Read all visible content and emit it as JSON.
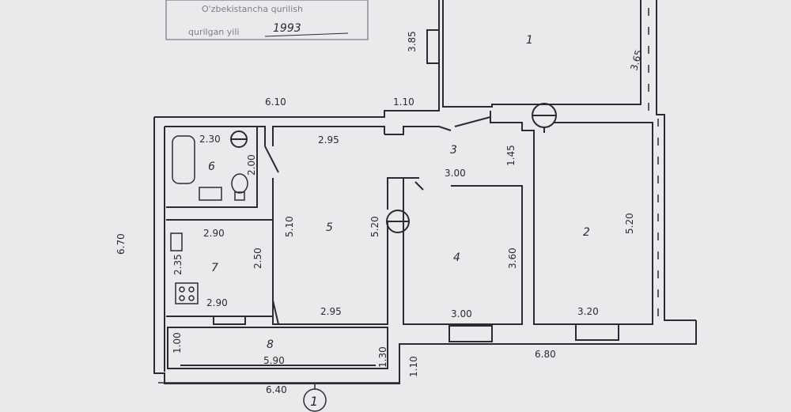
{
  "stamp": {
    "line1": "O'zbekistancha qurilish",
    "line2": "qurilgan yili",
    "year": "1993"
  },
  "rooms": [
    "1",
    "2",
    "3",
    "4",
    "5",
    "6",
    "7",
    "8"
  ],
  "dimensions": {
    "d_385": "3.85",
    "d_365": "3.65",
    "d_610": "6.10",
    "d_110_top": "1.10",
    "d_230": "2.30",
    "d_295_top": "2.95",
    "d_200": "2.00",
    "d_145": "1.45",
    "d_300_mid": "3.00",
    "d_670": "6.70",
    "d_290_top": "2.90",
    "d_510": "5.10",
    "d_520_left": "5.20",
    "d_520_right": "5.20",
    "d_235": "2.35",
    "d_250": "2.50",
    "d_360": "3.60",
    "d_290_bottom": "2.90",
    "d_295_bottom": "2.95",
    "d_300_bottom": "3.00",
    "d_320": "3.20",
    "d_100": "1.00",
    "d_590": "5.90",
    "d_130": "1.30",
    "d_110_bottom": "1.10",
    "d_680": "6.80",
    "d_640": "6.40"
  },
  "axis_label": "1",
  "colors": {
    "paper": "#e9eaec",
    "ink": "#2a2c33",
    "stamp": "#7b7f88"
  }
}
